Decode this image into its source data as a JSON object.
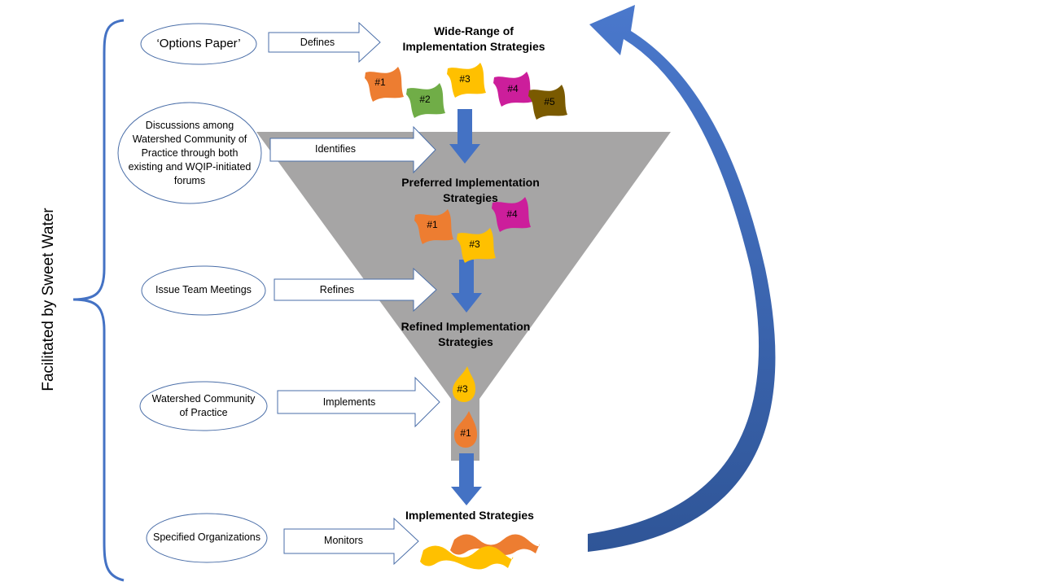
{
  "side_label": "Facilitated by Sweet Water",
  "inputs": [
    {
      "oval": "‘Options Paper’",
      "action": "Defines"
    },
    {
      "oval": "Discussions among Watershed Community of Practice through both existing and WQIP-initiated forums",
      "action": "Identifies"
    },
    {
      "oval": "Issue Team Meetings",
      "action": "Refines"
    },
    {
      "oval": "Watershed Community of Practice",
      "action": "Implements"
    },
    {
      "oval": "Specified Organizations",
      "action": "Monitors"
    }
  ],
  "stages": [
    {
      "title": "Wide-Range of Implementation Strategies"
    },
    {
      "title": "Preferred Implementation Strategies"
    },
    {
      "title": "Refined Implementation Strategies"
    },
    {
      "title": "Implemented Strategies"
    }
  ],
  "badges": {
    "wide": [
      "#1",
      "#2",
      "#3",
      "#4",
      "#5"
    ],
    "preferred": [
      "#1",
      "#4",
      "#3"
    ],
    "refined": [
      "#3",
      "#1"
    ]
  },
  "colors": {
    "accent_blue": "#4472c4",
    "funnel_gray": "#a6a5a5",
    "s1": "#ed7d31",
    "s2": "#70ad47",
    "s3": "#ffc000",
    "s4": "#cc1e9b",
    "s5": "#7a5a00"
  }
}
